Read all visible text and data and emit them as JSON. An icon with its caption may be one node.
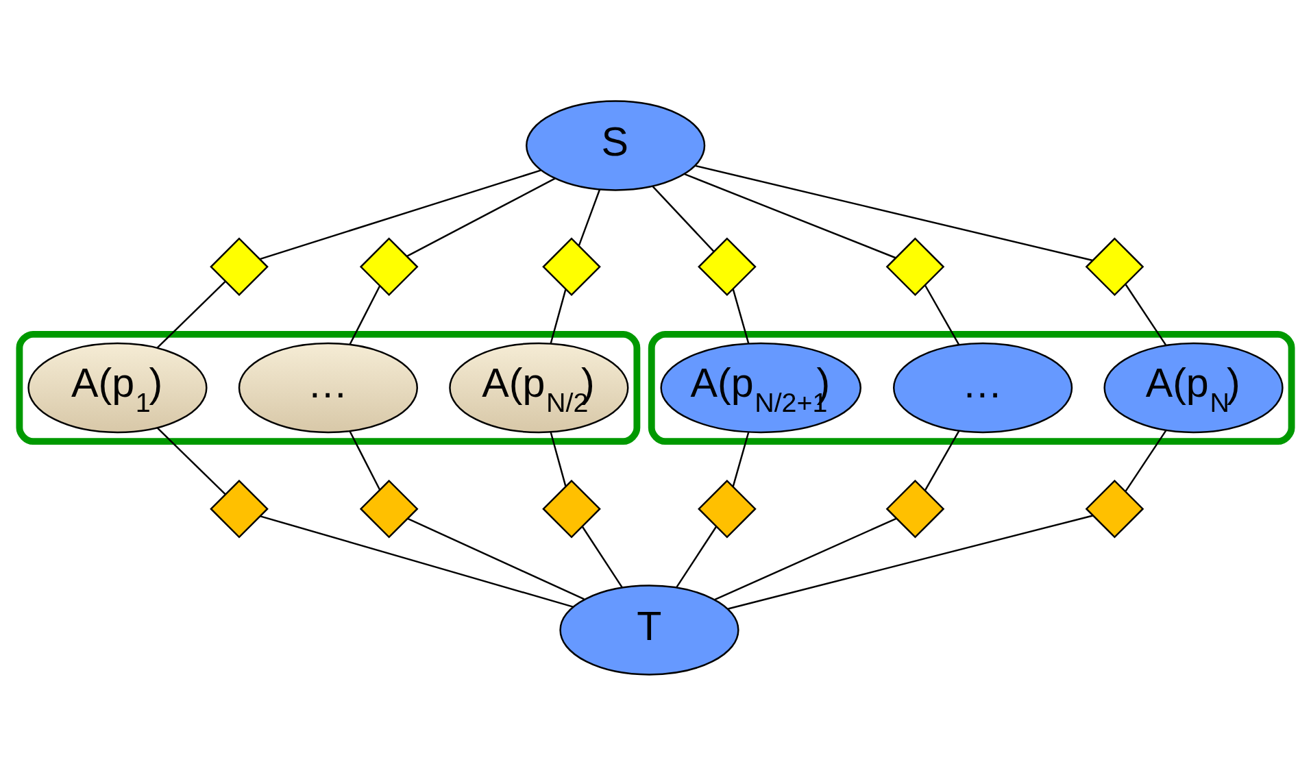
{
  "diagram": {
    "nodes": [
      {
        "text": [
          "S"
        ]
      },
      {
        "text": [],
        "shape": "diamond"
      },
      {
        "text": [],
        "shape": "diamond"
      },
      {
        "text": [],
        "shape": "diamond"
      },
      {
        "text": [],
        "shape": "diamond"
      },
      {
        "text": [],
        "shape": "diamond"
      },
      {
        "text": [],
        "shape": "diamond"
      },
      {
        "text": [],
        "shape": "box"
      },
      {
        "text": [
          "A(p$_{1}$)"
        ],
        "in": 7
      },
      {
        "text": [
          "…"
        ],
        "in": 7
      },
      {
        "text": [
          "A(p$_{N/2}$)"
        ],
        "in": 7
      },
      {
        "text": [],
        "shape": "box"
      },
      {
        "text": [
          "A(p$_{N/2+1}$)"
        ],
        "in": 11
      },
      {
        "text": [
          "…"
        ],
        "in": 11
      },
      {
        "text": [
          "A(p$_{N}$)"
        ],
        "in": 11
      },
      {
        "text": [],
        "shape": "diamond"
      },
      {
        "text": [],
        "shape": "diamond"
      },
      {
        "text": [],
        "shape": "diamond"
      },
      {
        "text": [],
        "shape": "diamond"
      },
      {
        "text": [],
        "shape": "diamond"
      },
      {
        "text": [],
        "shape": "diamond"
      },
      {
        "text": [
          "T"
        ]
      }
    ],
    "edges": [
      {
        "from": 0,
        "to": 1,
        "arrow": "none"
      },
      {
        "from": 1,
        "to": 8,
        "arrow": "none"
      },
      {
        "from": 0,
        "to": 2,
        "arrow": "none"
      },
      {
        "from": 2,
        "to": 9,
        "arrow": "none"
      },
      {
        "from": 0,
        "to": 3,
        "arrow": "none"
      },
      {
        "from": 3,
        "to": 10,
        "arrow": "none"
      },
      {
        "from": 0,
        "to": 4,
        "arrow": "none"
      },
      {
        "from": 4,
        "to": 12,
        "arrow": "none"
      },
      {
        "from": 0,
        "to": 5,
        "arrow": "none"
      },
      {
        "from": 5,
        "to": 13,
        "arrow": "none"
      },
      {
        "from": 0,
        "to": 6,
        "arrow": "none"
      },
      {
        "from": 6,
        "to": 14,
        "arrow": "none"
      },
      {
        "from": 8,
        "to": 15,
        "arrow": "none"
      },
      {
        "from": 15,
        "to": 21,
        "arrow": "none"
      },
      {
        "from": 9,
        "to": 16,
        "arrow": "none"
      },
      {
        "from": 16,
        "to": 21,
        "arrow": "none"
      },
      {
        "from": 10,
        "to": 17,
        "arrow": "none"
      },
      {
        "from": 17,
        "to": 21,
        "arrow": "none"
      },
      {
        "from": 12,
        "to": 18,
        "arrow": "none"
      },
      {
        "from": 18,
        "to": 21,
        "arrow": "none"
      },
      {
        "from": 13,
        "to": 19,
        "arrow": "none"
      },
      {
        "from": 19,
        "to": 21,
        "arrow": "none"
      },
      {
        "from": 14,
        "to": 20,
        "arrow": "none"
      },
      {
        "from": 20,
        "to": 21,
        "arrow": "none"
      }
    ]
  }
}
